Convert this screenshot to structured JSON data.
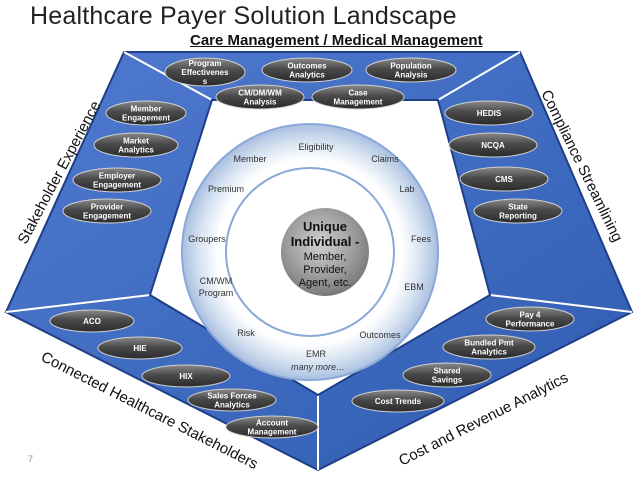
{
  "title": "Healthcare Payer Solution Landscape",
  "subtitle": "Care Management / Medical Management",
  "page_number": "7",
  "colors": {
    "blue": "#3f6cc0",
    "dark_blue": "#1f3f86",
    "pill": "#4a4a4a"
  },
  "sections": {
    "left": "Stakeholder Experience",
    "right": "Compliance Streamlining",
    "bottom_left": "Connected Healthcare Stakeholders",
    "bottom_right": "Cost and Revenue Analytics"
  },
  "top_pills": [
    [
      "Program",
      "Effectivenes",
      "s"
    ],
    [
      "Outcomes",
      "Analytics"
    ],
    [
      "Population",
      "Analysis"
    ],
    [
      "CM/DM/WM",
      "Analysis"
    ],
    [
      "Case",
      "Management"
    ]
  ],
  "left_pills": [
    [
      "Member",
      "Engagement"
    ],
    [
      "Market",
      "Analytics"
    ],
    [
      "Employer",
      "Engagement"
    ],
    [
      "Provider",
      "Engagement"
    ]
  ],
  "right_pills": [
    [
      "HEDIS"
    ],
    [
      "NCQA"
    ],
    [
      "CMS"
    ],
    [
      "State",
      "Reporting"
    ]
  ],
  "bottom_left_pills": [
    [
      "ACO"
    ],
    [
      "HIE"
    ],
    [
      "HIX"
    ],
    [
      "Sales Forces",
      "Analytics"
    ],
    [
      "Account",
      "Management"
    ]
  ],
  "bottom_right_pills": [
    [
      "Pay 4",
      "Performance"
    ],
    [
      "Bundled Pmt",
      "Analytics"
    ],
    [
      "Shared",
      "Savings"
    ],
    [
      "Cost Trends"
    ]
  ],
  "ring_items": [
    "Eligibility",
    "Member",
    "Claims",
    "Premium",
    "Lab",
    "Groupers",
    "Fees",
    "CM/WM",
    "Program",
    "EBM",
    "Risk",
    "Outcomes",
    "EMR",
    "many more…"
  ],
  "center": {
    "line1": "Unique",
    "line2": "Individual -",
    "line3": "Member,",
    "line4": "Provider,",
    "line5": "Agent, etc."
  }
}
